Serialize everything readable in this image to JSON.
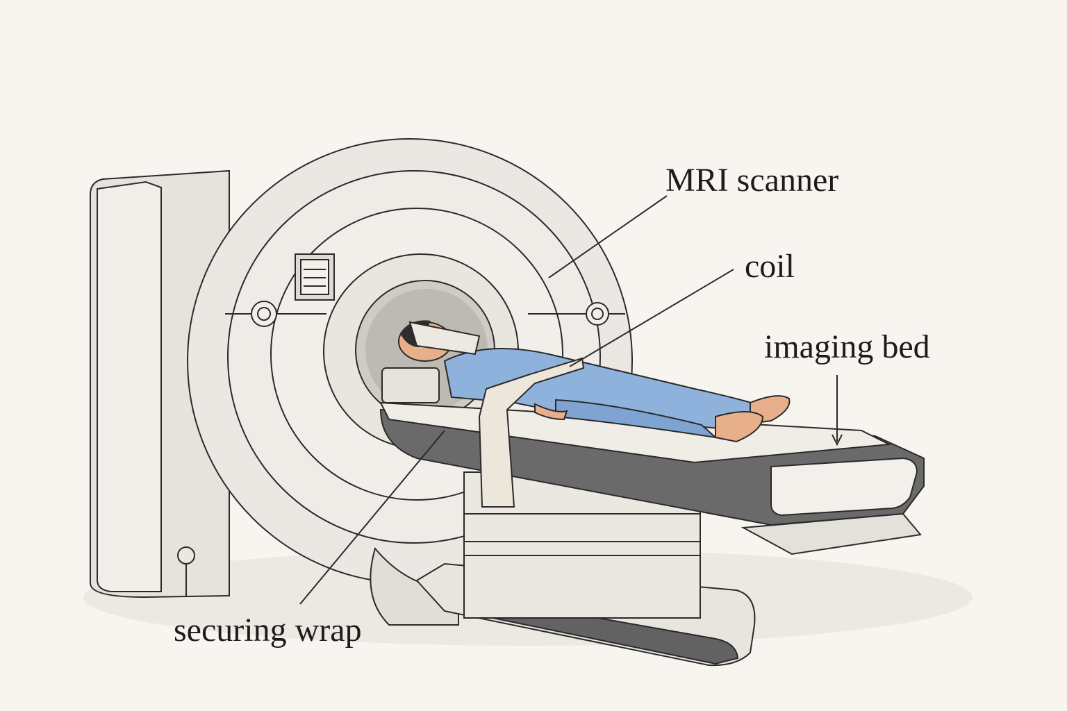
{
  "labels": {
    "mri_scanner": "MRI scanner",
    "coil": "coil",
    "imaging_bed": "imaging bed",
    "securing_wrap": "securing wrap"
  },
  "colors": {
    "background": "#f8f5f1",
    "machine": "#ebe8e3",
    "machine_shadow": "#d9d5cf",
    "bed_dark": "#5e5e5e",
    "gown": "#8fb2dc",
    "skin": "#e8b08a",
    "wrap": "#ece6db"
  }
}
